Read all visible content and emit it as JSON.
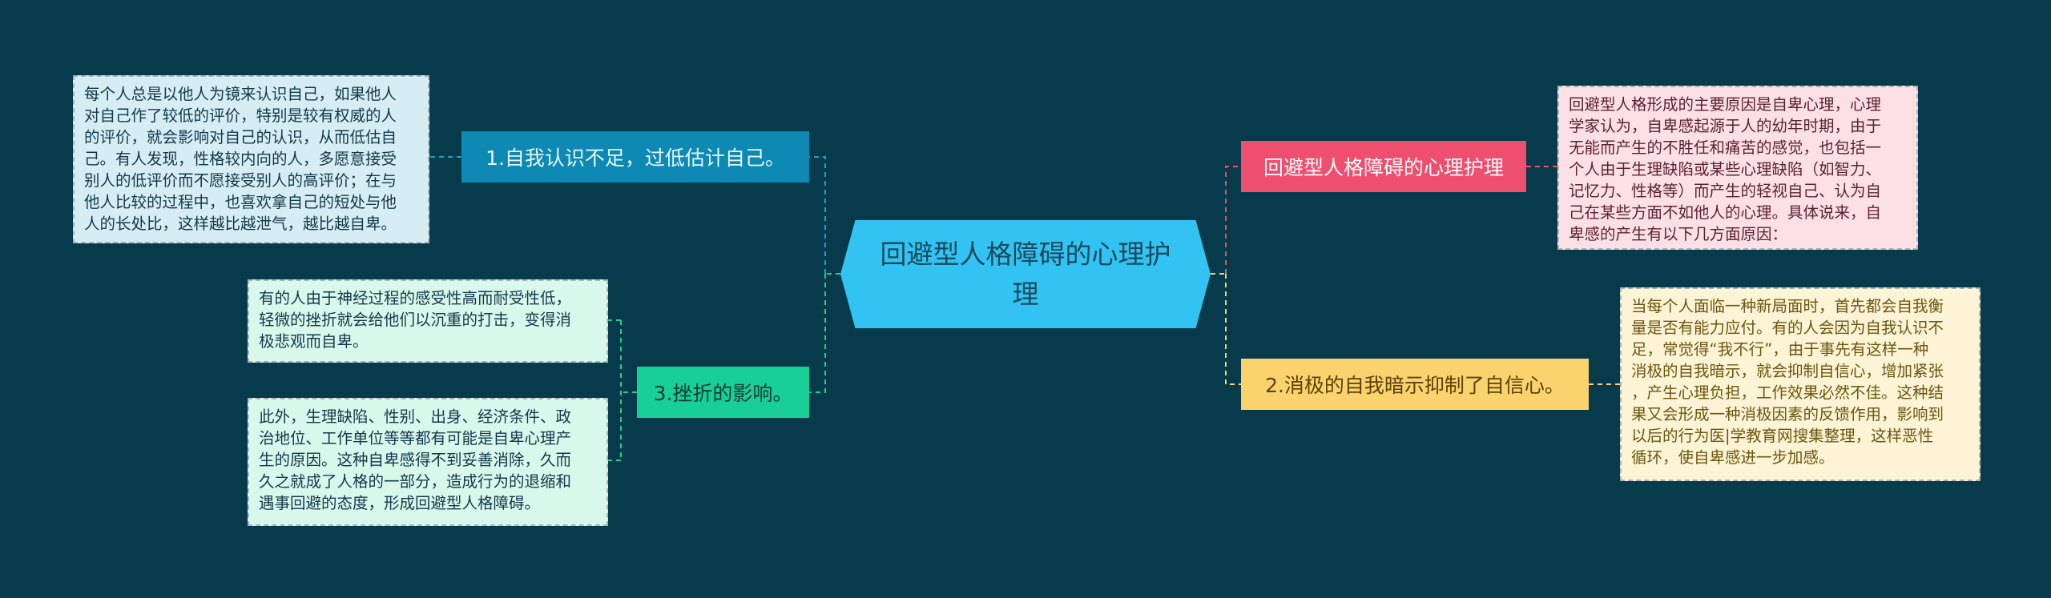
{
  "colors": {
    "background": "#073a4b",
    "center": "#33c3f2",
    "branch_1": "#0e89b3",
    "branch_3": "#19cf98",
    "branch_right": "#ef4f6f",
    "branch_2": "#fbd36e"
  },
  "center": {
    "title": "回避型人格障碍的心理护理"
  },
  "left": {
    "branch_1": {
      "label": "1.自我认识不足，过低估计自己。",
      "detail": "每个人总是以他人为镜来认识自己，如果他人\n对自己作了较低的评价，特别是较有权威的人\n的评价，就会影响对自己的认识，从而低估自\n己。有人发现，性格较内向的人，多愿意接受\n别人的低评价而不愿接受别人的高评价；在与\n他人比较的过程中，也喜欢拿自己的短处与他\n人的长处比，这样越比越泄气，越比越自卑。"
    },
    "branch_3": {
      "label": "3.挫折的影响。",
      "detail_a": "有的人由于神经过程的感受性高而耐受性低，\n轻微的挫折就会给他们以沉重的打击，变得消\n极悲观而自卑。",
      "detail_b": "此外，生理缺陷、性别、出身、经济条件、政\n治地位、工作单位等等都有可能是自卑心理产\n生的原因。这种自卑感得不到妥善消除，久而\n久之就成了人格的一部分，造成行为的退缩和\n遇事回避的态度，形成回避型人格障碍。"
    }
  },
  "right": {
    "branch_intro": {
      "label": "回避型人格障碍的心理护理",
      "detail": "回避型人格形成的主要原因是自卑心理，心理\n学家认为，自卑感起源于人的幼年时期，由于\n无能而产生的不胜任和痛苦的感觉，也包括一\n个人由于生理缺陷或某些心理缺陷（如智力、\n记忆力、性格等）而产生的轻视自己、认为自\n己在某些方面不如他人的心理。具体说来，自\n卑感的产生有以下几方面原因："
    },
    "branch_2": {
      "label": "2.消极的自我暗示抑制了自信心。",
      "detail": "当每个人面临一种新局面时，首先都会自我衡\n量是否有能力应付。有的人会因为自我认识不\n足，常觉得“我不行”，由于事先有这样一种\n消极的自我暗示，就会抑制自信心，增加紧张\n，产生心理负担，工作效果必然不佳。这种结\n果又会形成一种消极因素的反馈作用，影响到\n以后的行为医|学教育网搜集整理，这样恶性\n循环，使自卑感进一步加感。"
    }
  }
}
